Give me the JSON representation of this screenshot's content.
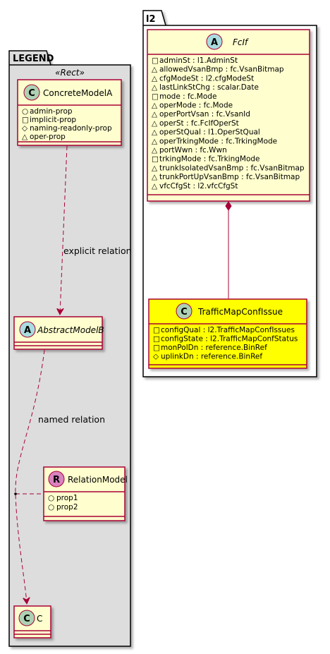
{
  "legend": {
    "title": "LEGEND",
    "stereotype": "«Rect»",
    "concrete_model": {
      "name": "ConcreteModelA",
      "kind": "C",
      "attributes": [
        {
          "vis": "○",
          "text": "admin-prop"
        },
        {
          "vis": "□",
          "text": "implicit-prop"
        },
        {
          "vis": "◇",
          "text": "naming-readonly-prop"
        },
        {
          "vis": "△",
          "text": "oper-prop"
        }
      ]
    },
    "abstract_model": {
      "name": "AbstractModelB",
      "kind": "A"
    },
    "relation_model": {
      "name": "RelationModel",
      "kind": "R",
      "attributes": [
        {
          "vis": "○",
          "text": "prop1"
        },
        {
          "vis": "○",
          "text": "prop2"
        }
      ]
    },
    "c_model": {
      "name": "C",
      "kind": "C"
    },
    "explicit_relation_label": "explicit relation",
    "named_relation_label": "named relation"
  },
  "l2": {
    "title": "l2",
    "fcif": {
      "name": "FcIf",
      "kind": "A",
      "attributes": [
        {
          "vis": "□",
          "text": "adminSt : l1.AdminSt"
        },
        {
          "vis": "△",
          "text": "allowedVsanBmp : fc.VsanBitmap"
        },
        {
          "vis": "△",
          "text": "cfgModeSt : l2.cfgModeSt"
        },
        {
          "vis": "△",
          "text": "lastLinkStChg : scalar.Date"
        },
        {
          "vis": "□",
          "text": "mode : fc.Mode"
        },
        {
          "vis": "△",
          "text": "operMode : fc.Mode"
        },
        {
          "vis": "△",
          "text": "operPortVsan : fc.VsanId"
        },
        {
          "vis": "△",
          "text": "operSt : fc.FcIfOperSt"
        },
        {
          "vis": "△",
          "text": "operStQual : l1.OperStQual"
        },
        {
          "vis": "△",
          "text": "operTrkingMode : fc.TrkingMode"
        },
        {
          "vis": "△",
          "text": "portWwn : fc.Wwn"
        },
        {
          "vis": "□",
          "text": "trkingMode : fc.TrkingMode"
        },
        {
          "vis": "△",
          "text": "trunkIsolatedVsanBmp : fc.VsanBitmap"
        },
        {
          "vis": "△",
          "text": "trunkPortUpVsanBmp : fc.VsanBitmap"
        },
        {
          "vis": "△",
          "text": "vfcCfgSt : l2.vfcCfgSt"
        }
      ]
    },
    "traffic": {
      "name": "TrafficMapConfIssue",
      "kind": "C",
      "attributes": [
        {
          "vis": "□",
          "text": "configQual : l2.TrafficMapConfIssues"
        },
        {
          "vis": "□",
          "text": "configState : l2.TrafficMapConfStatus"
        },
        {
          "vis": "□",
          "text": "monPolDn : reference.BinRef"
        },
        {
          "vis": "◇",
          "text": "uplinkDn : reference.BinRef"
        }
      ]
    }
  },
  "colors": {
    "class_fill": "#FEFECE",
    "class_border": "#A80036",
    "highlight_fill": "#FFFF00",
    "package_fill": "#DDDDDD",
    "circle_C": "#ADD1B2",
    "circle_A": "#A9DCDF",
    "circle_R": "#D982C0",
    "vis_public": "#038048",
    "vis_private": "#C82930",
    "vis_package": "#1963A0",
    "vis_protected": "#B38D22"
  }
}
